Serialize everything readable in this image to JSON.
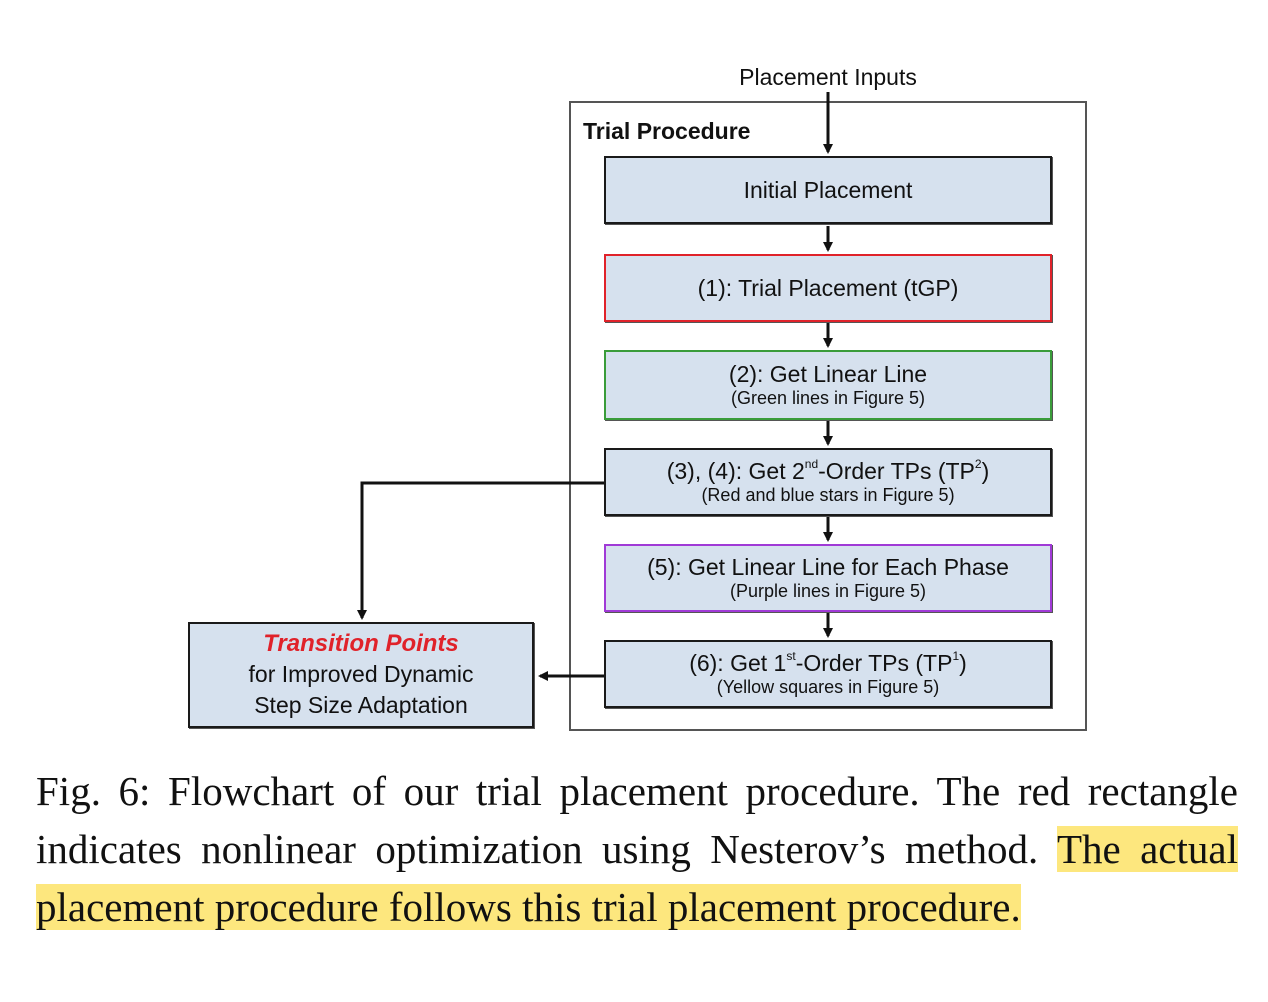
{
  "diagram": {
    "input_label": "Placement Inputs",
    "container_title": "Trial Procedure",
    "steps": {
      "initial": {
        "label": "Initial Placement"
      },
      "step1": {
        "label": "(1): Trial Placement (tGP)",
        "border_color": "#e0222a"
      },
      "step2": {
        "label": "(2): Get Linear Line",
        "sub": "(Green lines in Figure 5)",
        "border_color": "#3a9c3a"
      },
      "step34": {
        "label_a": "(3), (4): Get 2",
        "sup_a": "nd",
        "label_b": "-Order TPs (TP",
        "sup_b": "2",
        "label_c": ")",
        "sub": "(Red and blue stars in Figure 5)",
        "border_color": "#1a1a1a"
      },
      "step5": {
        "label": "(5): Get Linear Line for Each Phase",
        "sub": "(Purple lines in Figure 5)",
        "border_color": "#a03ad6"
      },
      "step6": {
        "label_a": "(6): Get 1",
        "sup_a": "st",
        "label_b": "-Order TPs (TP",
        "sup_b": "1",
        "label_c": ")",
        "sub": "(Yellow squares in Figure 5)",
        "border_color": "#1a1a1a"
      }
    },
    "output": {
      "title": "Transition Points",
      "title_color": "#e0222a",
      "line1": "for Improved Dynamic",
      "line2": "Step Size Adaptation"
    }
  },
  "caption": {
    "text": "Fig. 6: Flowchart of our trial placement procedure. The red rectangle indicates nonlinear optimization using Nesterov’s method.",
    "highlighted_text": "The actual placement procedure follows this trial placement procedure.",
    "highlight_color": "#fde77e"
  }
}
